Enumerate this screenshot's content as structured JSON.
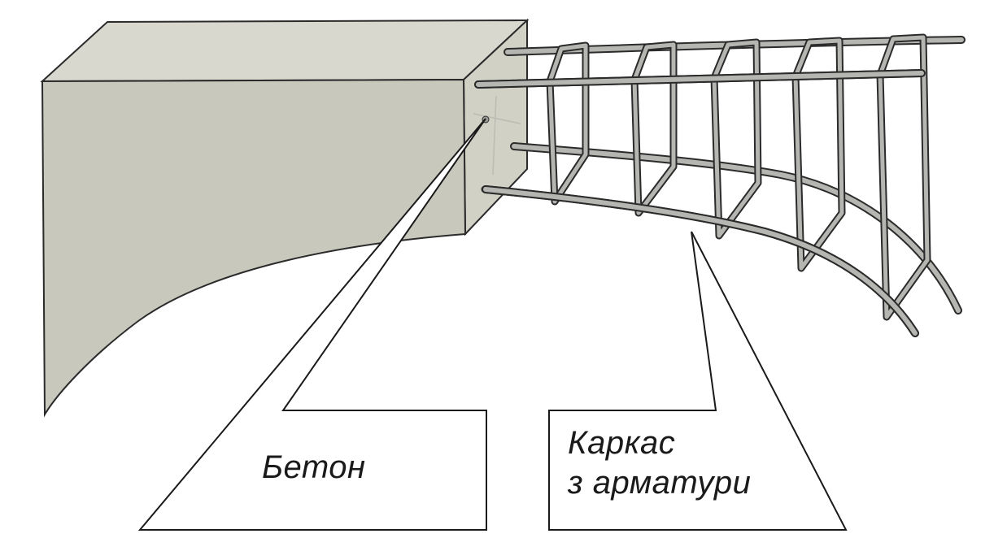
{
  "labels": {
    "concrete": "Бетон",
    "frame_line1": "Каркас",
    "frame_line2": "з арматури"
  },
  "colors": {
    "concrete_front": "#c9c8bd",
    "concrete_top": "#d9d8cf",
    "concrete_side": "#d2d1c6",
    "rebar": "#b5b5b2",
    "outline": "#2b2b2b"
  }
}
